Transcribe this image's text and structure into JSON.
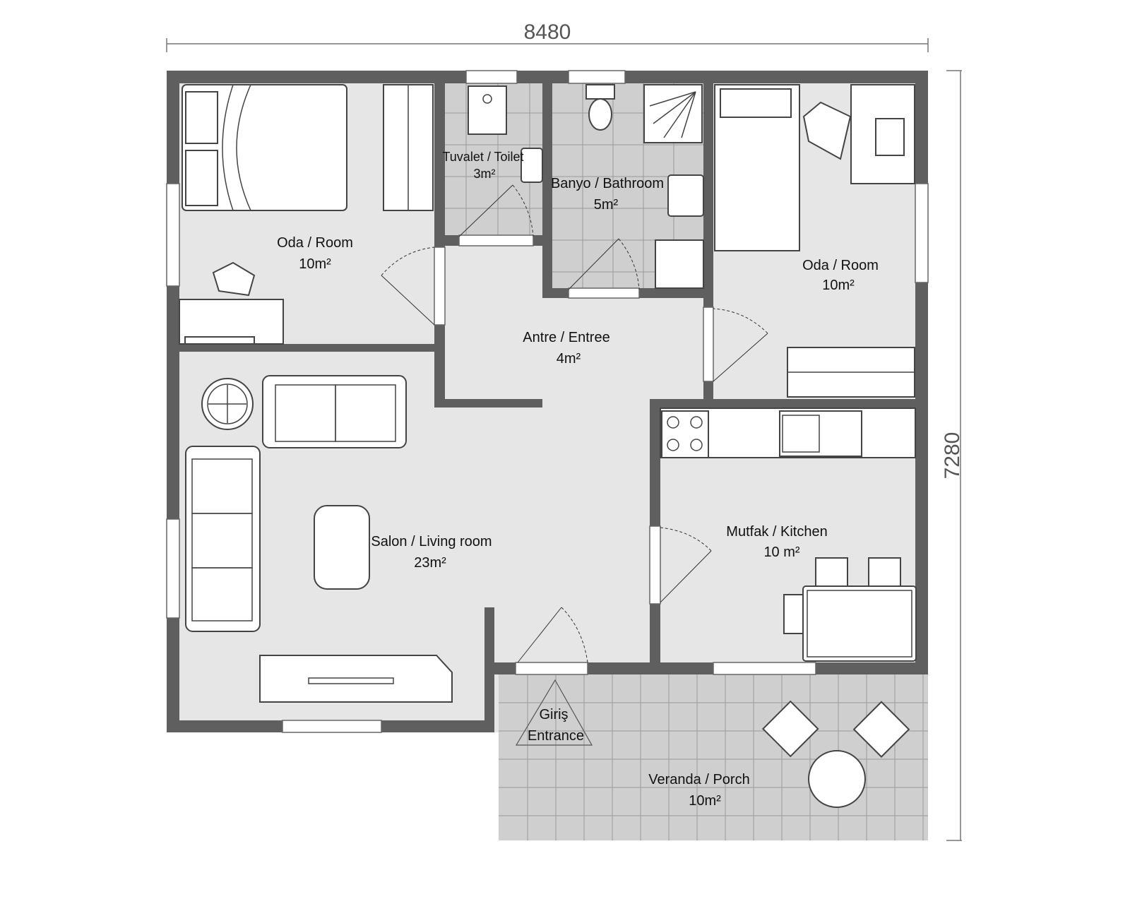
{
  "dimensions": {
    "width": "8480",
    "height": "7280"
  },
  "rooms": {
    "room1": {
      "name": "Oda / Room",
      "area": "10m²"
    },
    "toilet": {
      "name": "Tuvalet / Toilet",
      "area": "3m²"
    },
    "bathroom": {
      "name": "Banyo / Bathroom",
      "area": "5m²"
    },
    "room2": {
      "name": "Oda / Room",
      "area": "10m²"
    },
    "entree": {
      "name": "Antre / Entree",
      "area": "4m²"
    },
    "living": {
      "name": "Salon / Living room",
      "area": "23m²"
    },
    "kitchen": {
      "name": "Mutfak / Kitchen",
      "area": "10 m²"
    },
    "entrance": {
      "name": "Giriş",
      "name2": "Entrance"
    },
    "porch": {
      "name": "Veranda / Porch",
      "area": "10m²"
    }
  },
  "colors": {
    "wall": "#5f5f5f",
    "floor": "#e6e6e6",
    "tile": "#cfcfcf"
  }
}
